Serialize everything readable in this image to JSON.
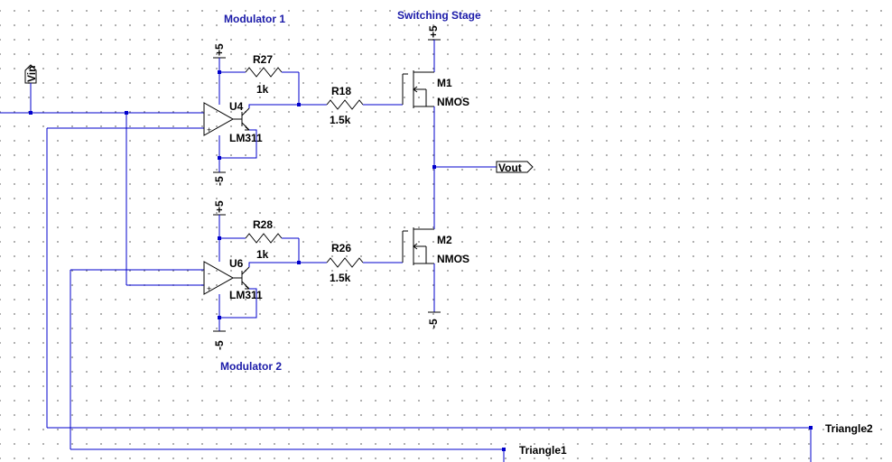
{
  "sections": {
    "modulator1": "Modulator 1",
    "modulator2": "Modulator 2",
    "switching_stage": "Switching Stage"
  },
  "supplies": {
    "pos": "+5",
    "neg": "-5"
  },
  "components": {
    "r27": {
      "ref": "R27",
      "value": "1k"
    },
    "r18": {
      "ref": "R18",
      "value": "1.5k"
    },
    "r28": {
      "ref": "R28",
      "value": "1k"
    },
    "r26": {
      "ref": "R26",
      "value": "1.5k"
    },
    "u4": {
      "ref": "U4",
      "model": "LM311"
    },
    "u6": {
      "ref": "U6",
      "model": "LM311"
    },
    "m1": {
      "ref": "M1",
      "model": "NMOS"
    },
    "m2": {
      "ref": "M2",
      "model": "NMOS"
    }
  },
  "nets": {
    "vin": "Vin",
    "vout": "Vout",
    "triangle1": "Triangle1",
    "triangle2": "Triangle2"
  },
  "pin_marks": {
    "plus": "+",
    "minus": "-"
  },
  "colors": {
    "wire": "#0000cc",
    "component": "#000000",
    "section_label": "#1a1aa8",
    "grid_dot": "#9a9a9a"
  }
}
